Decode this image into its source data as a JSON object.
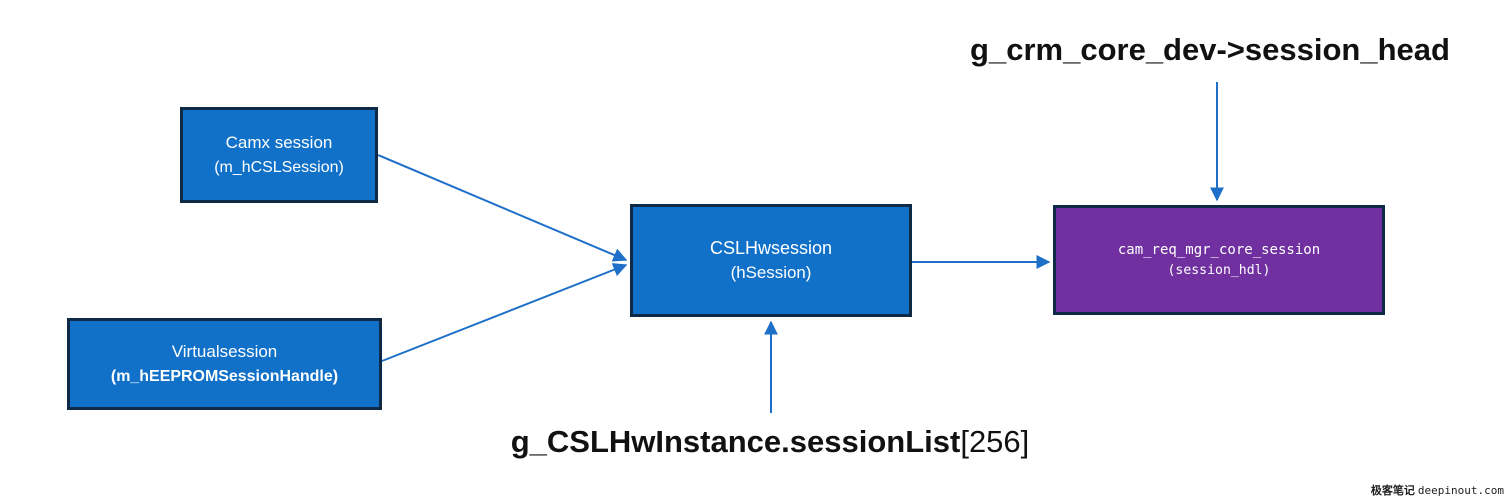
{
  "diagram": {
    "nodes": {
      "camx": {
        "line1": "Camx session",
        "line2": "(m_hCSLSession)"
      },
      "virtual": {
        "line1": "Virtualsession",
        "line2": "(m_hEEPROMSessionHandle)"
      },
      "cslhw": {
        "line1": "CSLHwsession",
        "line2": "(hSession)"
      },
      "crm": {
        "line1": "cam_req_mgr_core_session",
        "line2": "(session_hdl)"
      }
    },
    "labels": {
      "top": "g_crm_core_dev->session_head",
      "bottom_main": "g_CSLHwInstance.sessionList",
      "bottom_suffix": "[256]"
    },
    "colors": {
      "node_blue": "#1171c8",
      "node_purple": "#7030a0",
      "node_border": "#0e2a47",
      "arrow_blue": "#1e6fc8",
      "label_color": "#111111"
    },
    "watermark": {
      "cn": "极客笔记",
      "en": "deepinout.com"
    }
  }
}
